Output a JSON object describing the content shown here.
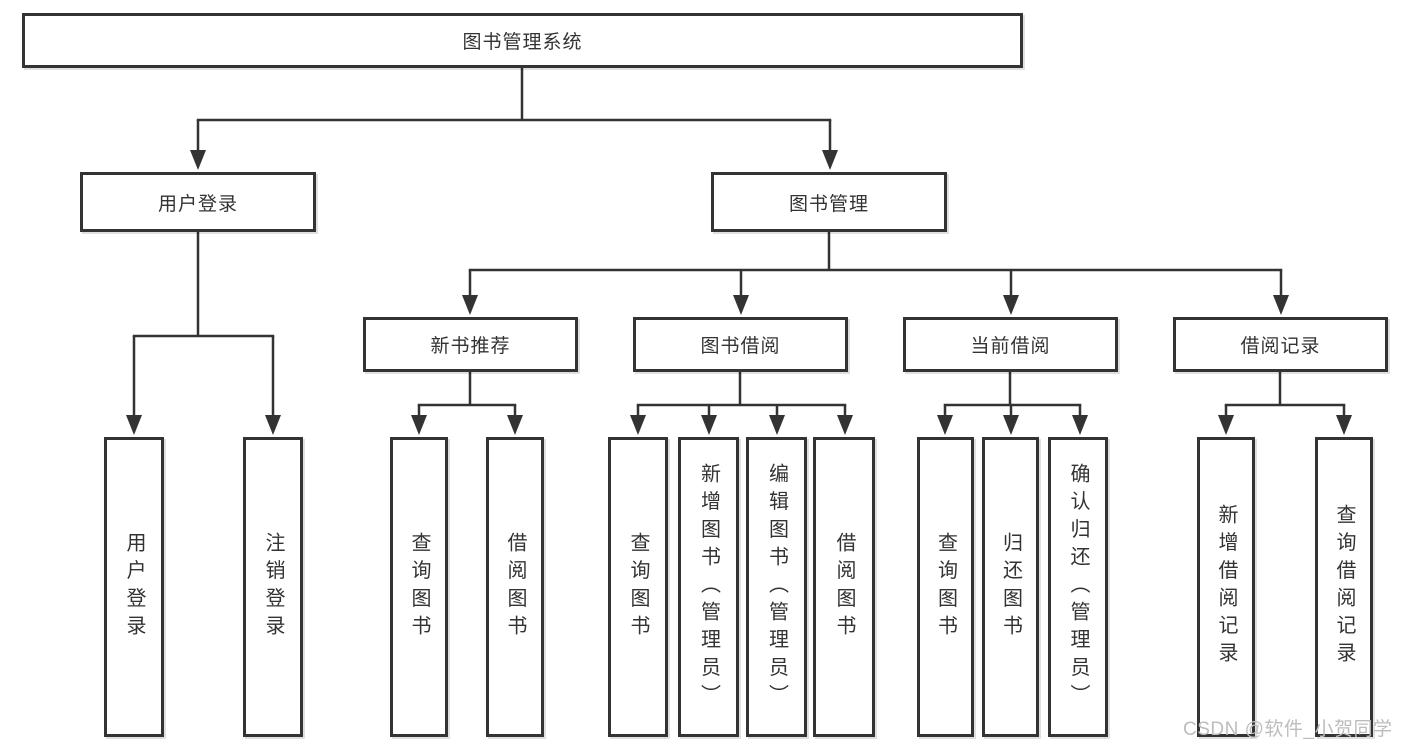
{
  "diagram": {
    "title": "图书管理系统",
    "level2": {
      "user_login": "用户登录",
      "book_management": "图书管理"
    },
    "level3": {
      "new_book_rec": "新书推荐",
      "book_borrow": "图书借阅",
      "current_borrow": "当前借阅",
      "borrow_records": "借阅记录"
    },
    "leaves": {
      "user_login": "用户登录",
      "logout": "注销登录",
      "rec_query_books": "查询图书",
      "rec_borrow_books": "借阅图书",
      "bb_query_books": "查询图书",
      "bb_add_books": "新增图书（管理员）",
      "bb_edit_books": "编辑图书（管理员）",
      "bb_borrow_books": "借阅图书",
      "cb_query_books": "查询图书",
      "cb_return_books": "归还图书",
      "cb_confirm_return": "确认归还（管理员）",
      "br_add_record": "新增借阅记录",
      "br_query_record": "查询借阅记录"
    }
  },
  "watermark": {
    "text": "CSDN @软件_小贺同学"
  },
  "colors": {
    "line": "#333333",
    "text": "#333333",
    "watermark": "#bdbdbd",
    "background": "#ffffff"
  }
}
